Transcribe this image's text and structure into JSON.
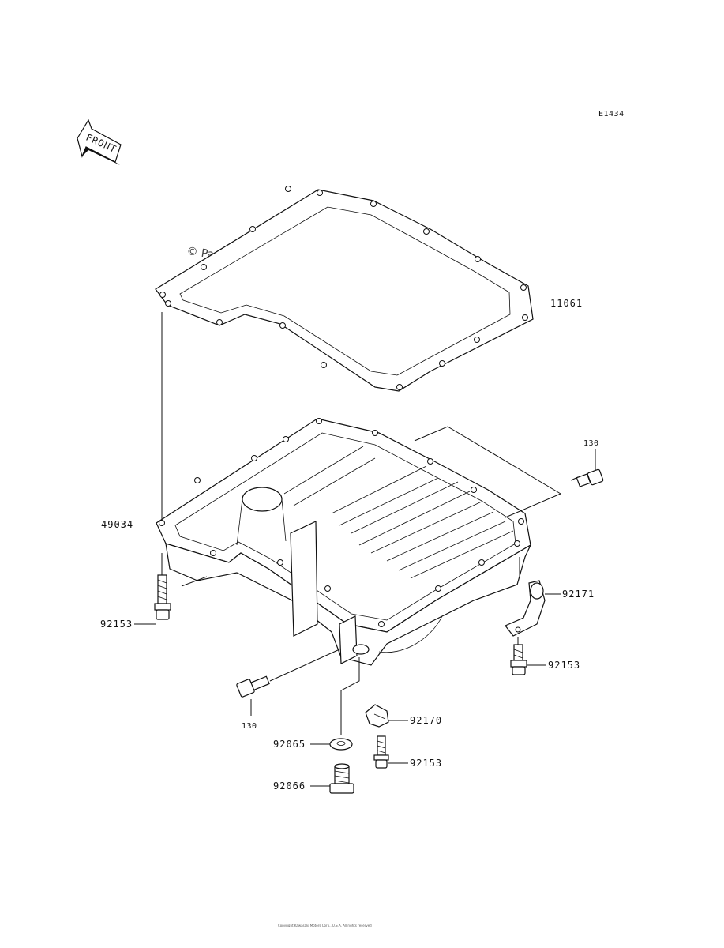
{
  "diagram": {
    "code": "E1434",
    "front_label": "FRONT",
    "watermark": "© Partzilla.com",
    "footer": "Copyright Kawasaki Motors Corp., U.S.A. All rights reserved",
    "parts": [
      {
        "id": "11061",
        "label": "11061"
      },
      {
        "id": "130-upper",
        "label": "130"
      },
      {
        "id": "49034",
        "label": "49034"
      },
      {
        "id": "92171",
        "label": "92171"
      },
      {
        "id": "92153-left",
        "label": "92153"
      },
      {
        "id": "92153-right",
        "label": "92153"
      },
      {
        "id": "130-lower",
        "label": "130"
      },
      {
        "id": "92170",
        "label": "92170"
      },
      {
        "id": "92065",
        "label": "92065"
      },
      {
        "id": "92153-bottom",
        "label": "92153"
      },
      {
        "id": "92066",
        "label": "92066"
      }
    ]
  }
}
